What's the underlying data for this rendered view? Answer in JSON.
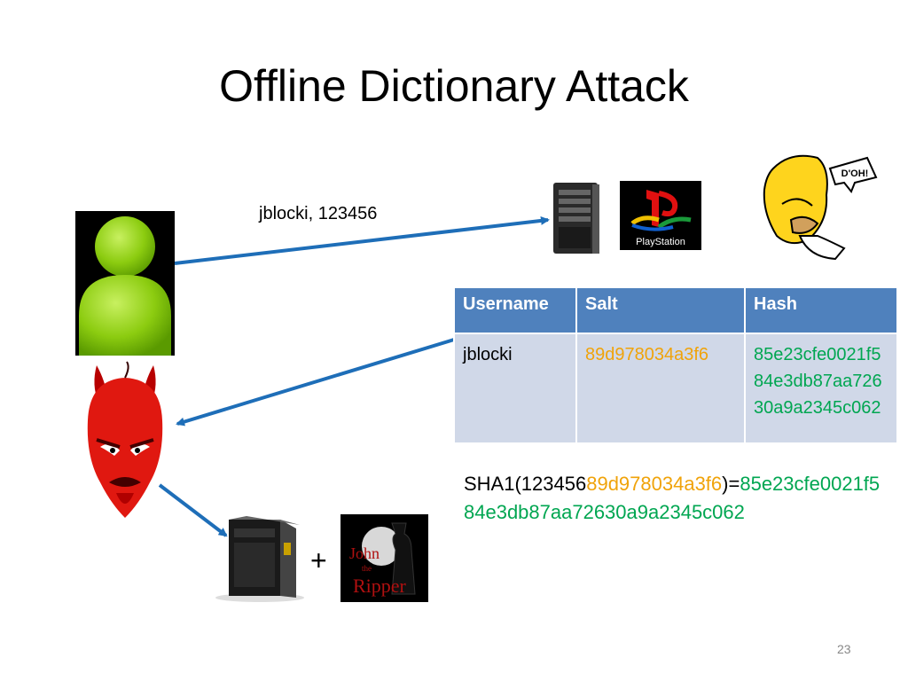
{
  "slide": {
    "title": "Offline Dictionary Attack",
    "credentials": "jblocki, 123456",
    "plus": "+",
    "page_number": "23"
  },
  "images": {
    "user": "user-icon",
    "devil": "devil-icon",
    "server": "server-icon",
    "playstation_logo_text": "PlayStation",
    "homer": "homer-simpson-doh-icon",
    "homer_text": "D'OH!",
    "supercomputer": "cray-supercomputer-icon",
    "john_the_ripper": [
      "John",
      "the",
      "Ripper"
    ]
  },
  "table": {
    "headers": [
      "Username",
      "Salt",
      "Hash"
    ],
    "row": {
      "username": "jblocki",
      "salt": "89d978034a3f6",
      "hash": "85e23cfe0021f584e3db87aa72630a9a2345c062"
    }
  },
  "formula": {
    "prefix": "SHA1(123456",
    "salt": "89d978034a3f6",
    "middle": ")=",
    "hash": "85e23cfe0021f584e3db87aa72630a9a2345c062"
  },
  "colors": {
    "salt": "#f0a30a",
    "hash": "#00a651",
    "arrow": "#1e6eb8",
    "table_header": "#4f81bd",
    "table_cell": "#d0d8e8"
  }
}
